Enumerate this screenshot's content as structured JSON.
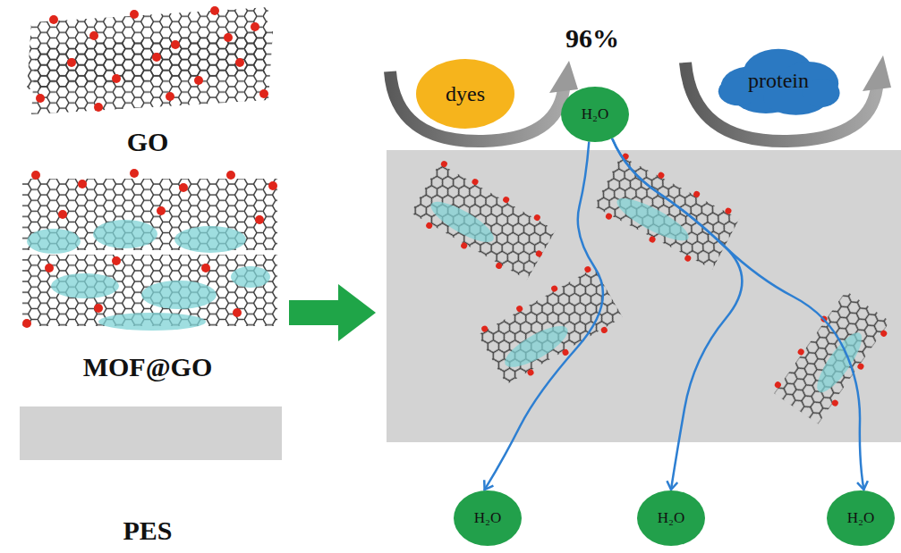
{
  "diagram": {
    "nodes": [
      {
        "text": [
          "dyes"
        ]
      },
      {
        "text": [
          "H₂O"
        ]
      },
      {
        "text": [
          "protein"
        ]
      },
      {
        "text": [
          "H₂O"
        ]
      },
      {
        "text": [
          "H₂O"
        ]
      },
      {
        "text": [
          "H₂O"
        ]
      }
    ],
    "edges": [
      {
        "from": 1,
        "to": 3,
        "arrow": "to"
      },
      {
        "from": 1,
        "to": 4,
        "arrow": "to"
      },
      {
        "from": 1,
        "to": 5,
        "arrow": "to"
      }
    ],
    "labels": [
      "GO",
      "MOF@GO",
      "PES",
      "96%"
    ]
  }
}
